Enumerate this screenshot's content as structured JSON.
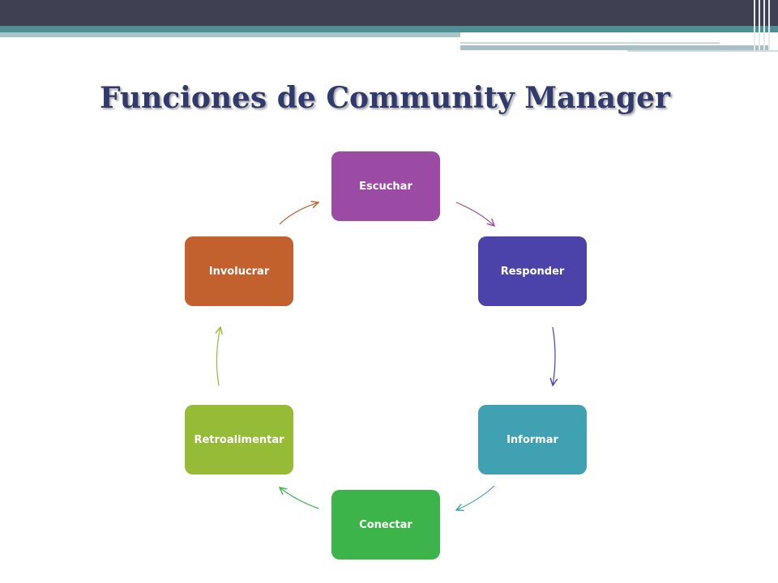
{
  "slide": {
    "title": "Funciones de Community Manager"
  },
  "cycle": {
    "nodes": [
      {
        "label": "Escuchar",
        "color": "#9c4ba5"
      },
      {
        "label": "Responder",
        "color": "#4b43a9"
      },
      {
        "label": "Informar",
        "color": "#3fa1b2"
      },
      {
        "label": "Conectar",
        "color": "#3cb44a"
      },
      {
        "label": "Retroalimentar",
        "color": "#95bb37"
      },
      {
        "label": "Involucrar",
        "color": "#c2612d"
      }
    ],
    "arrow_colors": [
      "#9c4ba5",
      "#4b43a9",
      "#3fa1b2",
      "#3cb44a",
      "#95bb37",
      "#c2612d"
    ]
  }
}
